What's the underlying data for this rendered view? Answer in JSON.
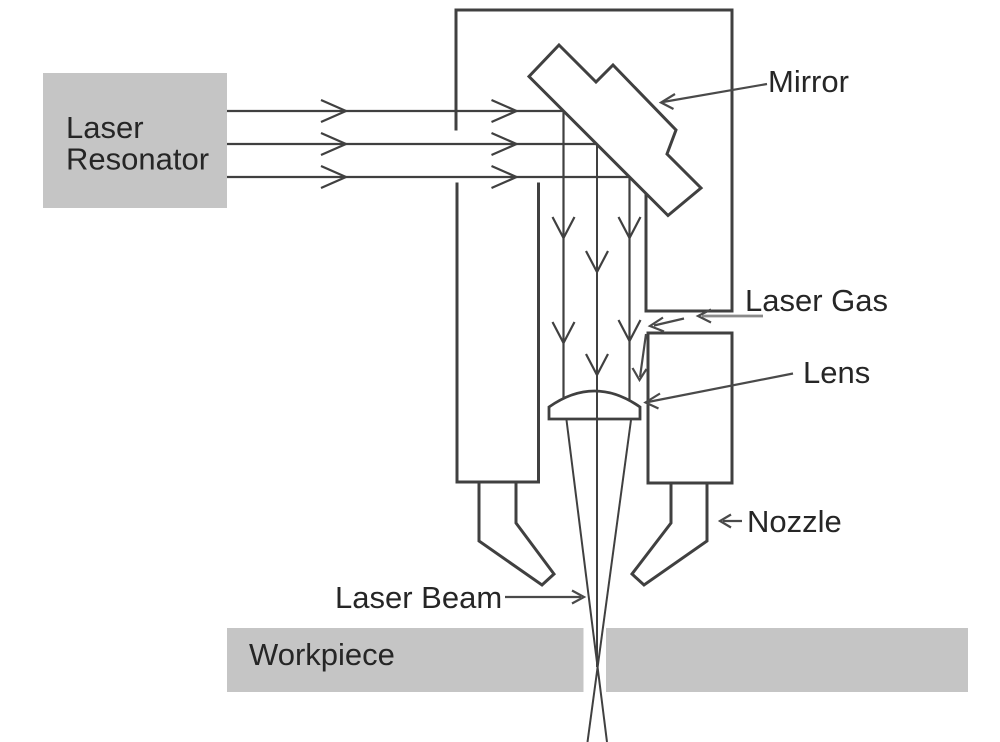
{
  "diagram": {
    "labels": {
      "resonator_line1": "Laser",
      "resonator_line2": "Resonator",
      "mirror": "Mirror",
      "laser_gas": "Laser Gas",
      "lens": "Lens",
      "nozzle": "Nozzle",
      "laser_beam": "Laser Beam",
      "workpiece": "Workpiece"
    },
    "colors": {
      "background": "#ffffff",
      "box_fill": "#c5c5c5",
      "line": "#404040",
      "text": "#262626",
      "arrow": "#4a4a4a",
      "arrow_gray": "#8a8a8a"
    }
  }
}
